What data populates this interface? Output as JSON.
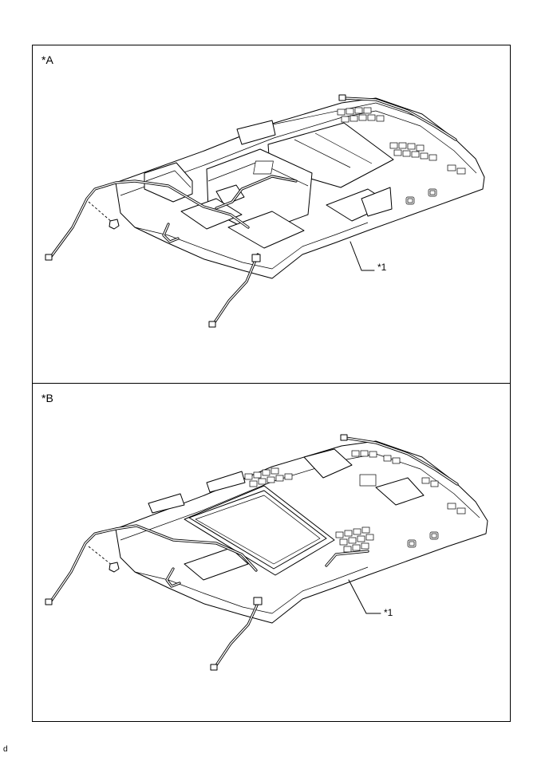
{
  "figure": {
    "panel_a": {
      "label": "*A",
      "callout": "*1"
    },
    "panel_b": {
      "label": "*B",
      "callout": "*1"
    },
    "footer_code": "d"
  }
}
